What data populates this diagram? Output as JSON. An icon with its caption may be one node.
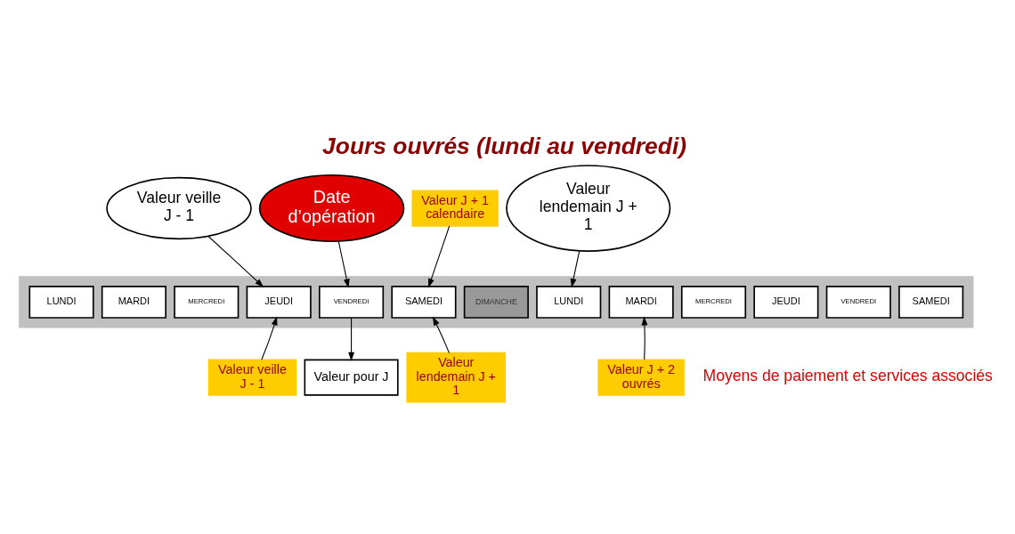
{
  "diagram": {
    "title": "Jours ouvrés (lundi au vendredi)",
    "nodes": [
      {
        "text": [
          "Valeur veille J - 1"
        ]
      },
      {
        "text": [
          "Date d’opération"
        ]
      },
      {
        "text": [
          "Valeur J + 1 calendaire"
        ]
      },
      {
        "text": [
          "Valeur lendemain J + 1"
        ]
      },
      {
        "text": [],
        "shape": "bar"
      },
      {
        "text": [
          "LUNDI"
        ],
        "in": 4
      },
      {
        "text": [
          "MARDI"
        ],
        "in": 4
      },
      {
        "text": [
          "MERCREDI"
        ],
        "in": 4
      },
      {
        "text": [
          "JEUDI"
        ],
        "in": 4
      },
      {
        "text": [
          "VENDREDI"
        ],
        "in": 4
      },
      {
        "text": [
          "SAMEDI"
        ],
        "in": 4
      },
      {
        "text": [
          "DIMANCHE"
        ],
        "in": 4
      },
      {
        "text": [
          "LUNDI"
        ],
        "in": 4
      },
      {
        "text": [
          "MARDI"
        ],
        "in": 4
      },
      {
        "text": [
          "MERCREDI"
        ],
        "in": 4
      },
      {
        "text": [
          "JEUDI"
        ],
        "in": 4
      },
      {
        "text": [
          "VENDREDI"
        ],
        "in": 4
      },
      {
        "text": [
          "SAMEDI"
        ],
        "in": 4
      },
      {
        "text": [
          "Valeur veille J - 1"
        ]
      },
      {
        "text": [
          "Valeur lendemain J + 1"
        ]
      },
      {
        "text": [
          "Valeur J + 2 ouvrés"
        ]
      },
      {
        "text": [
          "Valeur pour J"
        ]
      }
    ],
    "edges": [
      {
        "from": 0,
        "to": 8,
        "arrow": "to"
      },
      {
        "from": 1,
        "to": 9,
        "arrow": "to"
      },
      {
        "from": 2,
        "to": 10,
        "arrow": "to"
      },
      {
        "from": 3,
        "to": 12,
        "arrow": "to"
      },
      {
        "from": 18,
        "to": 8,
        "arrow": "to"
      },
      {
        "from": 19,
        "to": 10,
        "arrow": "to"
      },
      {
        "from": 20,
        "to": 13,
        "arrow": "to"
      },
      {
        "from": 9,
        "to": 21,
        "arrow": "to"
      }
    ],
    "labels": [
      "Moyens de paiement et services associés"
    ]
  }
}
